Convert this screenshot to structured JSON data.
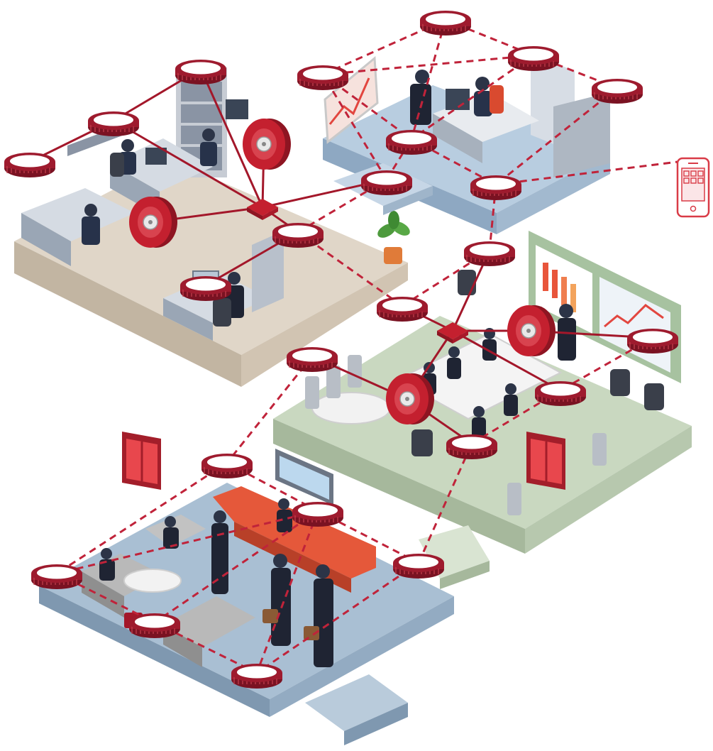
{
  "diagram": {
    "colors": {
      "link_wired": "#a3172a",
      "link_wireless": "#c0233a",
      "node": "#9e1b2e",
      "node_top": "#ffffff",
      "hub": "#c4202f",
      "switch_panel": "#e8474d",
      "phone": "#d93b47",
      "floor_office": "#e0d6c8",
      "floor_exec": "#b8cde0",
      "floor_meeting": "#c9d8c0",
      "floor_lobby": "#a9bfd3",
      "side_office": "#c2b5a2",
      "side_exec": "#8ea8c2",
      "side_meeting": "#a6b89c",
      "side_lobby": "#7f98b0"
    },
    "zones": [
      {
        "id": "office",
        "icon": "office-floor"
      },
      {
        "id": "executive",
        "icon": "executive-office-floor"
      },
      {
        "id": "meeting",
        "icon": "meeting-room-floor"
      },
      {
        "id": "lobby",
        "icon": "reception-lobby-floor"
      }
    ],
    "devices": [
      {
        "id": "phone",
        "icon": "smartphone-icon"
      },
      {
        "id": "switch-panel-left",
        "icon": "wall-switch-icon"
      },
      {
        "id": "switch-panel-right",
        "icon": "wall-switch-icon"
      },
      {
        "id": "gateway-office",
        "icon": "gateway-hub-icon"
      },
      {
        "id": "gateway-meeting",
        "icon": "gateway-hub-icon"
      }
    ]
  }
}
